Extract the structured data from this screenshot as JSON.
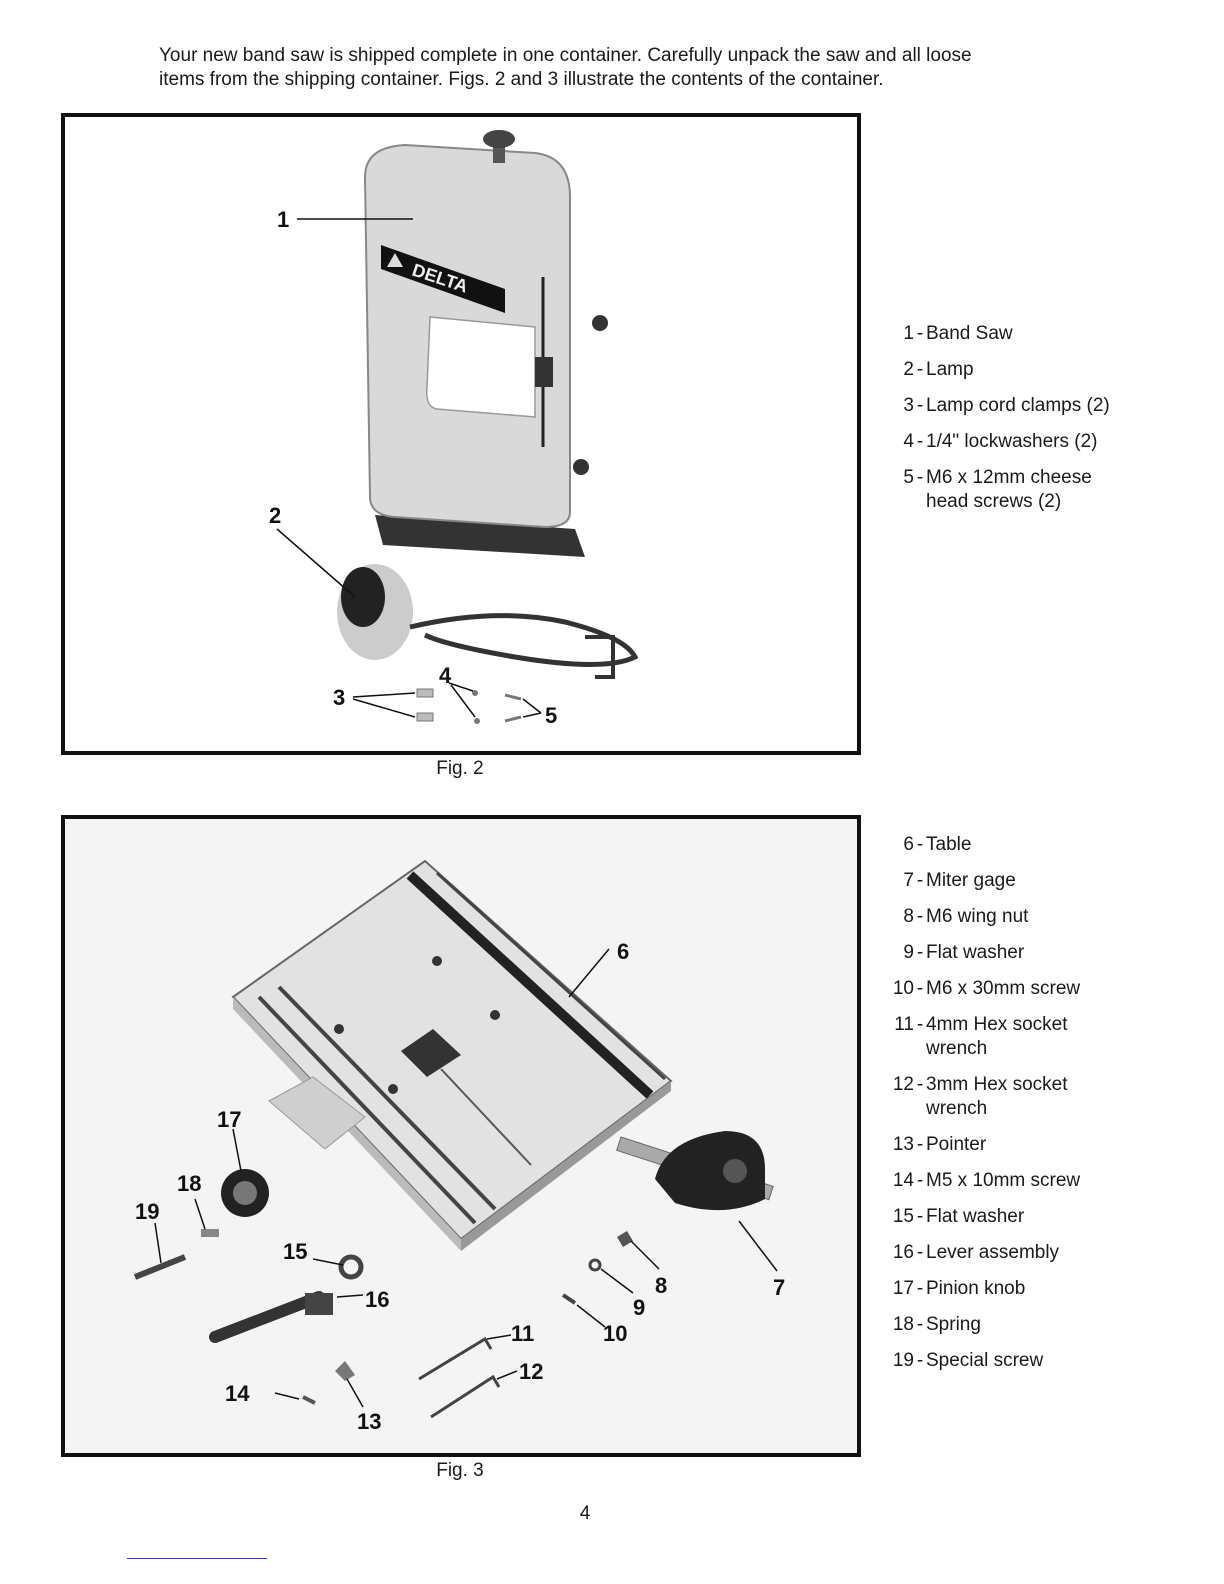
{
  "intro": {
    "line1": "Your new band saw is shipped complete in one container. Carefully unpack the saw and all loose",
    "line2": "items from the shipping container. Figs. 2 and 3 illustrate the contents of the container."
  },
  "fig2": {
    "caption": "Fig. 2",
    "brand": "DELTA",
    "callouts": [
      "1",
      "2",
      "3",
      "4",
      "5"
    ],
    "parts": [
      {
        "num": "1",
        "name": "Band Saw"
      },
      {
        "num": "2",
        "name": "Lamp"
      },
      {
        "num": "3",
        "name": "Lamp cord clamps (2)"
      },
      {
        "num": "4",
        "name": "1/4\" lockwashers (2)"
      },
      {
        "num": "5",
        "name": "M6 x 12mm cheese head screws (2)"
      }
    ]
  },
  "fig3": {
    "caption": "Fig. 3",
    "callouts": [
      "6",
      "7",
      "8",
      "9",
      "10",
      "11",
      "12",
      "13",
      "14",
      "15",
      "16",
      "17",
      "18",
      "19"
    ],
    "parts": [
      {
        "num": "6",
        "name": "Table"
      },
      {
        "num": "7",
        "name": "Miter gage"
      },
      {
        "num": "8",
        "name": "M6 wing nut"
      },
      {
        "num": "9",
        "name": "Flat washer"
      },
      {
        "num": "10",
        "name": "M6 x 30mm screw"
      },
      {
        "num": "11",
        "name": "4mm Hex socket wrench"
      },
      {
        "num": "12",
        "name": "3mm Hex socket wrench"
      },
      {
        "num": "13",
        "name": "Pointer"
      },
      {
        "num": "14",
        "name": "M5 x 10mm screw"
      },
      {
        "num": "15",
        "name": "Flat washer"
      },
      {
        "num": "16",
        "name": "Lever assembly"
      },
      {
        "num": "17",
        "name": "Pinion knob"
      },
      {
        "num": "18",
        "name": "Spring"
      },
      {
        "num": "19",
        "name": "Special screw"
      }
    ]
  },
  "page_number": "4"
}
